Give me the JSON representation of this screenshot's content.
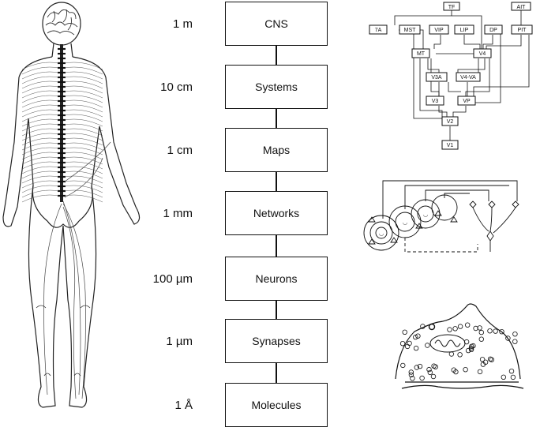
{
  "levels": [
    {
      "scale": "1 m",
      "label": "CNS"
    },
    {
      "scale": "10 cm",
      "label": "Systems"
    },
    {
      "scale": "1 cm",
      "label": "Maps"
    },
    {
      "scale": "1 mm",
      "label": "Networks"
    },
    {
      "scale": "100 µm",
      "label": "Neurons"
    },
    {
      "scale": "1 µm",
      "label": "Synapses"
    },
    {
      "scale": "1 Å",
      "label": "Molecules"
    }
  ],
  "visual_map": {
    "areas": [
      "TF",
      "AIT",
      "7A",
      "MST",
      "VIP",
      "LIP",
      "DP",
      "PIT",
      "MT",
      "V4",
      "V3A",
      "V4-VA",
      "V3",
      "VP",
      "V2",
      "V1"
    ]
  }
}
